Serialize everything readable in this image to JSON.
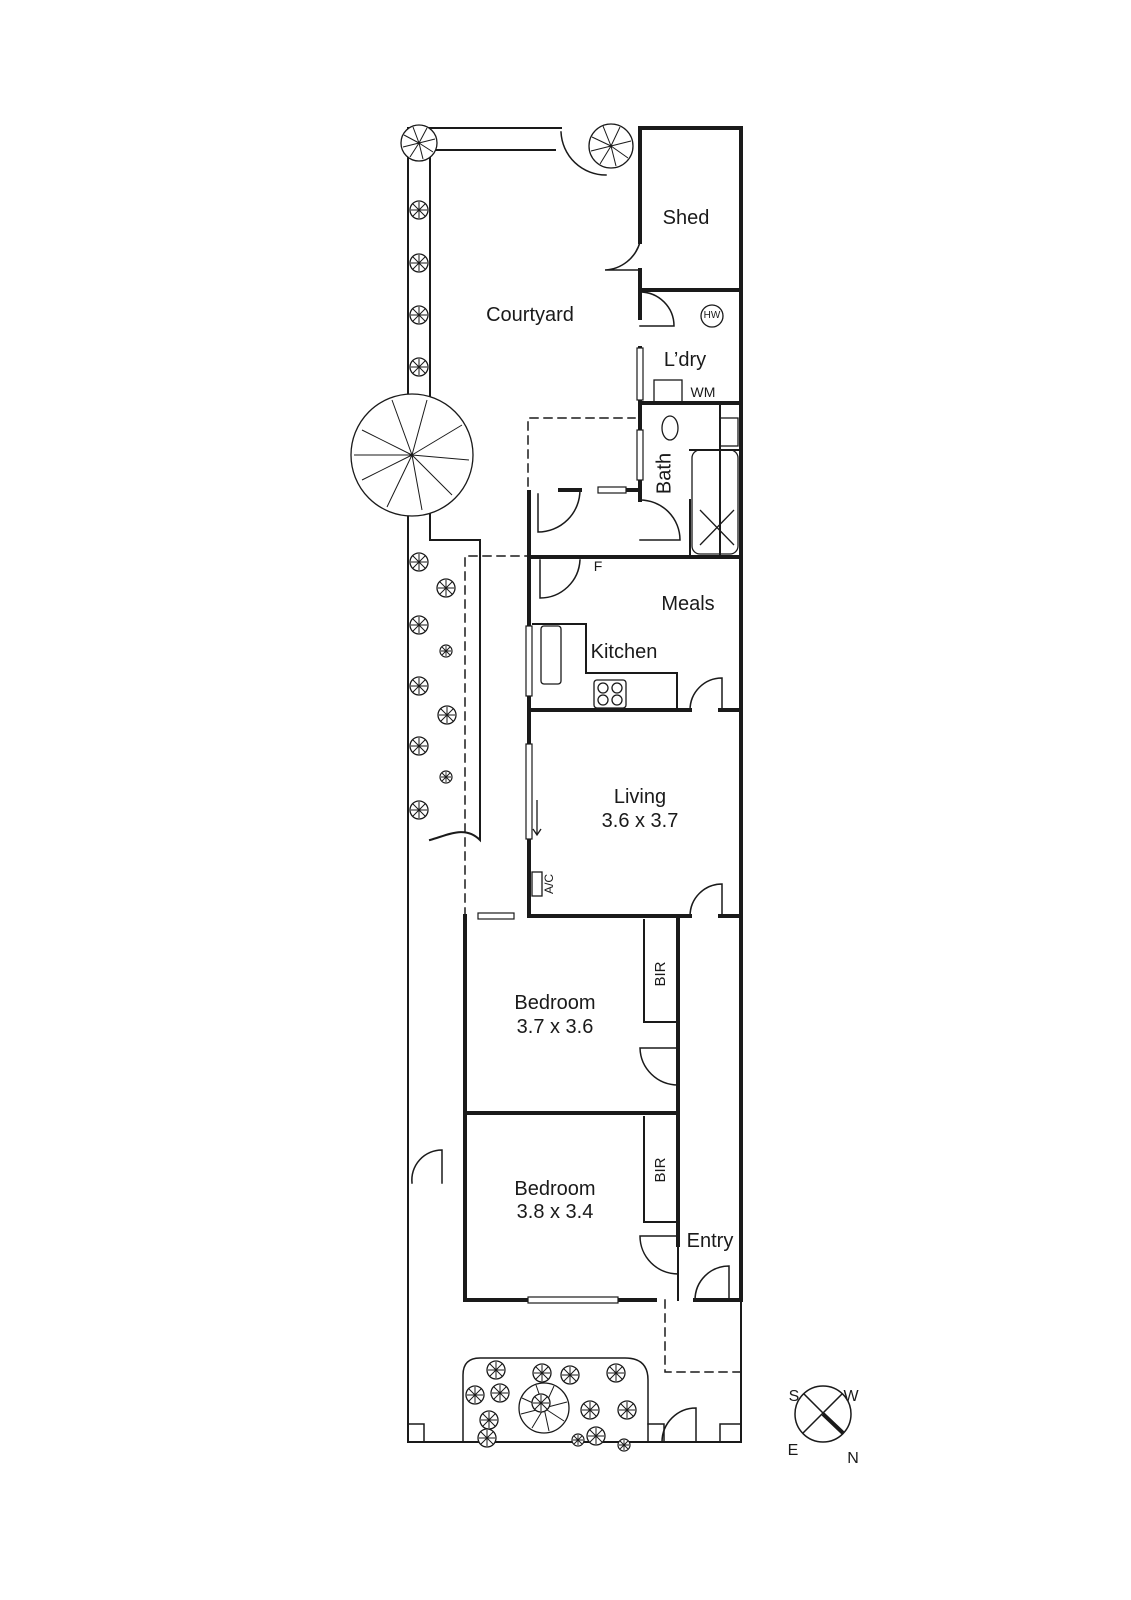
{
  "plan": {
    "rooms": [
      {
        "id": "shed",
        "name": "Shed"
      },
      {
        "id": "courtyard",
        "name": "Courtyard"
      },
      {
        "id": "laundry",
        "name": "L’dry"
      },
      {
        "id": "bath",
        "name": "Bath"
      },
      {
        "id": "meals",
        "name": "Meals"
      },
      {
        "id": "kitchen",
        "name": "Kitchen"
      },
      {
        "id": "living",
        "name": "Living",
        "dims": "3.6 x 3.7"
      },
      {
        "id": "bedroom1",
        "name": "Bedroom",
        "dims": "3.7 x 3.6"
      },
      {
        "id": "bedroom2",
        "name": "Bedroom",
        "dims": "3.8 x 3.4"
      },
      {
        "id": "entry",
        "name": "Entry"
      }
    ],
    "fixtures": {
      "hot_water": "HW",
      "washing_machine": "WM",
      "fridge": "F",
      "air_conditioner": "A/C",
      "built_in_robe_1": "BIR",
      "built_in_robe_2": "BIR"
    },
    "compass": {
      "top_left": "S",
      "top_right": "W",
      "bottom_left": "E",
      "bottom_right": "N"
    },
    "colors": {
      "line": "#1a1a1a",
      "background": "#ffffff"
    }
  }
}
